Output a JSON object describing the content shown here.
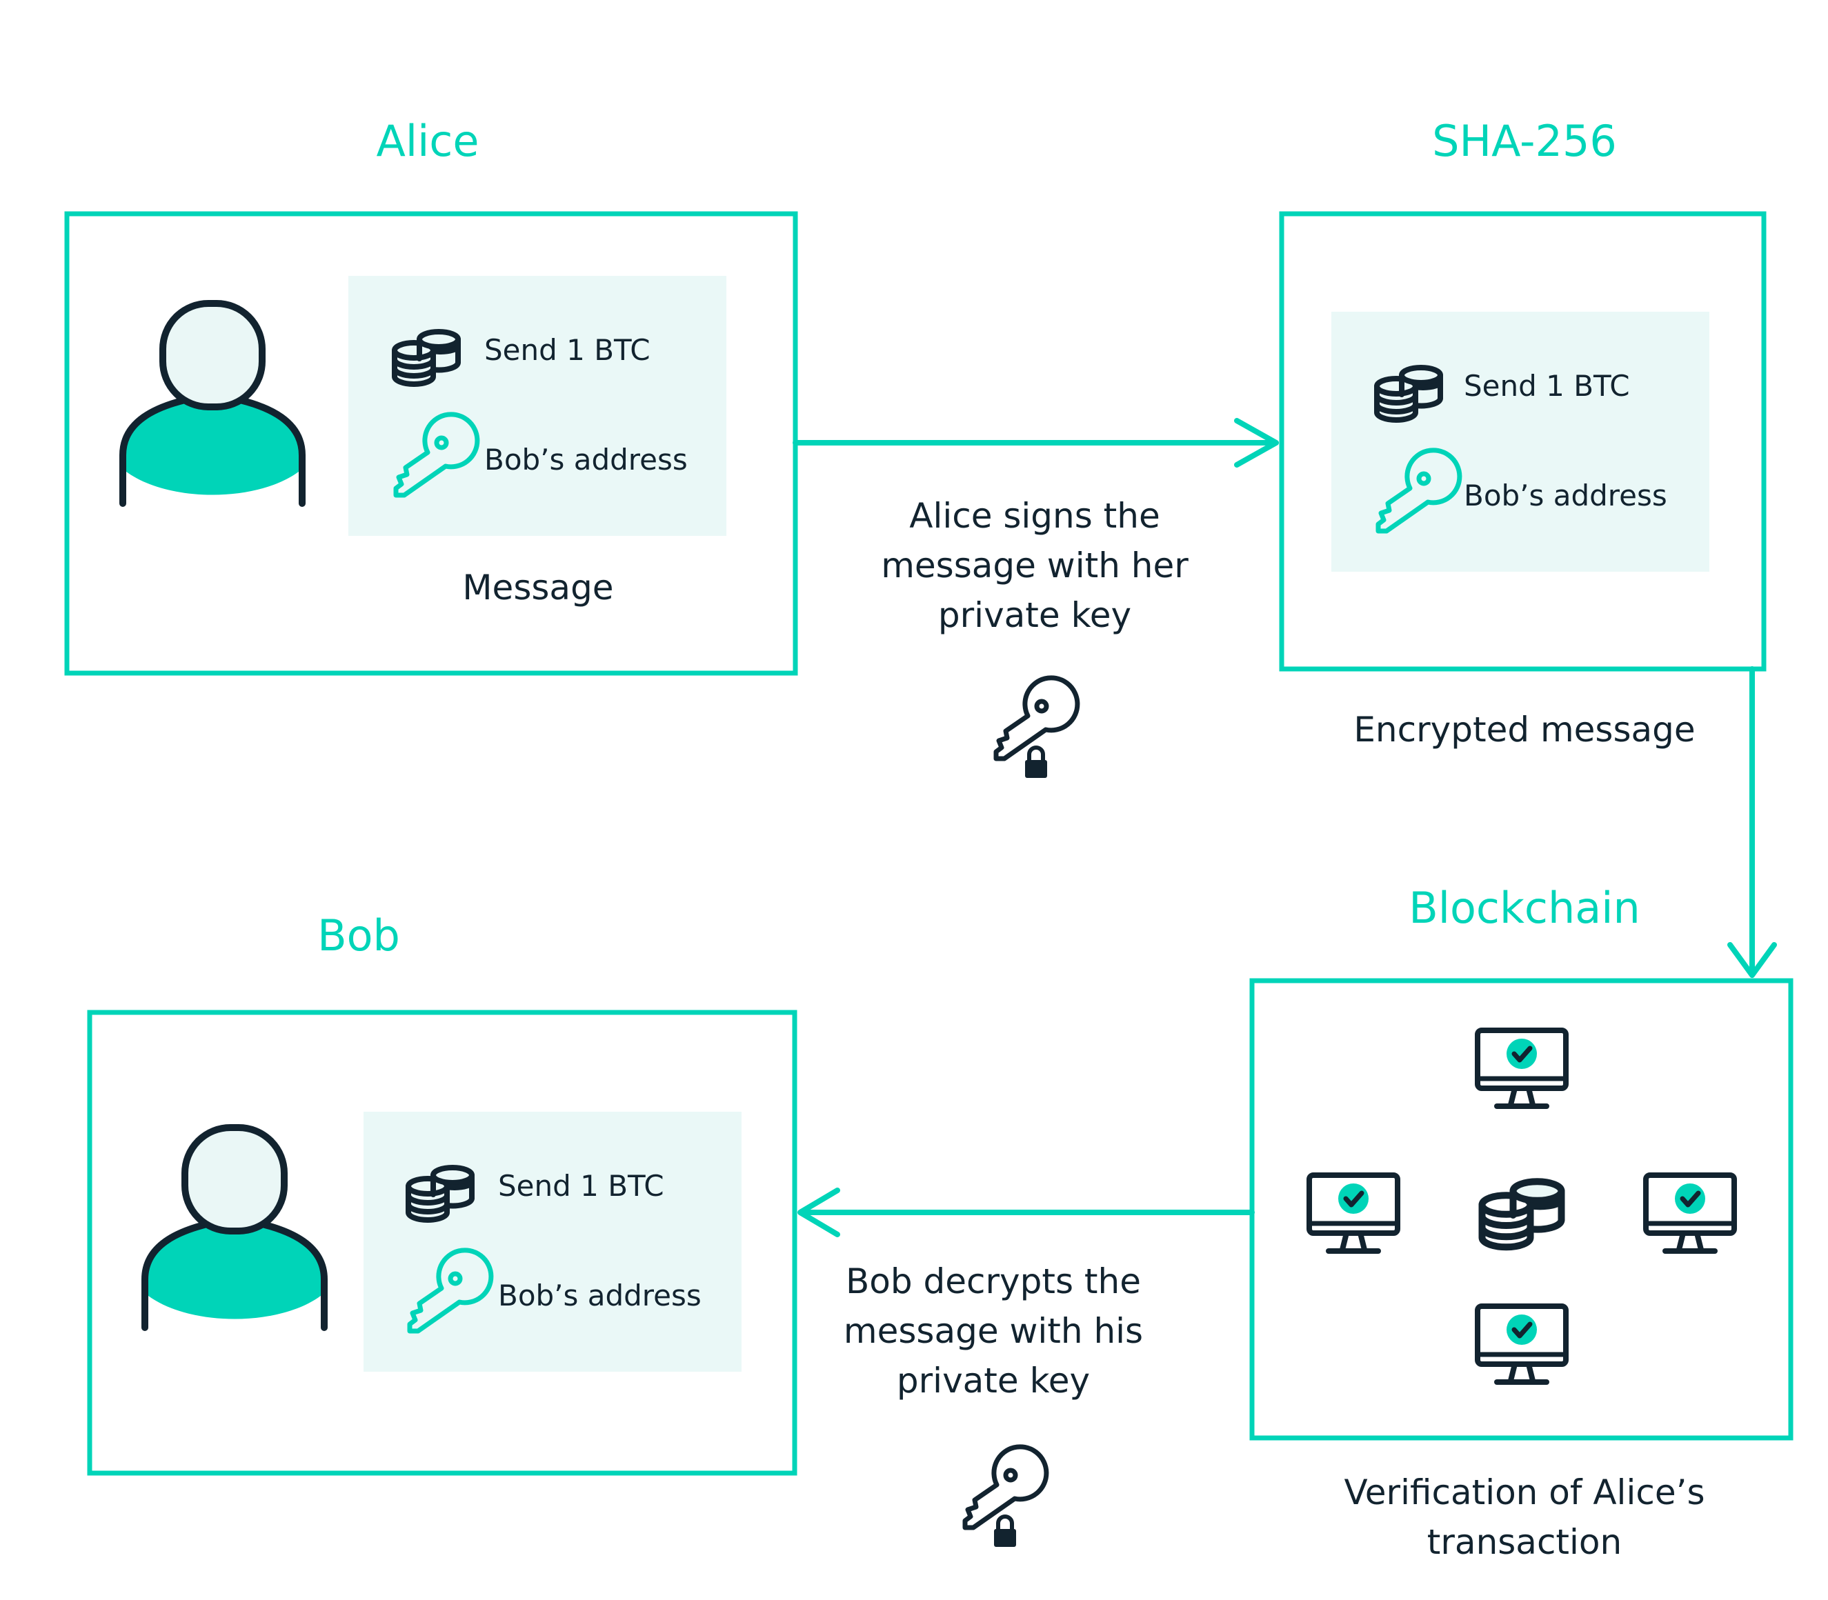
{
  "colors": {
    "accent": "#00d4b8",
    "dark": "#12232f",
    "panel": "#eaf8f7",
    "head": "#eaf7f6"
  },
  "alice": {
    "title": "Alice",
    "item1": "Send 1 BTC",
    "item2": "Bob’s address",
    "caption": "Message",
    "icons": [
      "person-icon",
      "coins-icon",
      "key-icon"
    ]
  },
  "sha": {
    "title": "SHA-256",
    "item1": "Send 1 BTC",
    "item2": "Bob’s address",
    "caption": "Encrypted message",
    "icons": [
      "coins-icon",
      "key-icon"
    ]
  },
  "sign_step": {
    "line1": "Alice signs the",
    "line2": "message with her",
    "line3": "private key",
    "icon": "locked-key-icon"
  },
  "blockchain": {
    "title": "Blockchain",
    "caption_line1": "Verification of Alice’s",
    "caption_line2": "transaction",
    "icons": [
      "monitor-check-icon",
      "coins-icon"
    ]
  },
  "decrypt_step": {
    "line1": "Bob decrypts the",
    "line2": "message with his",
    "line3": "private key",
    "icon": "locked-key-icon"
  },
  "bob": {
    "title": "Bob",
    "item1": "Send 1 BTC",
    "item2": "Bob’s address",
    "icons": [
      "person-icon",
      "coins-icon",
      "key-icon"
    ]
  }
}
